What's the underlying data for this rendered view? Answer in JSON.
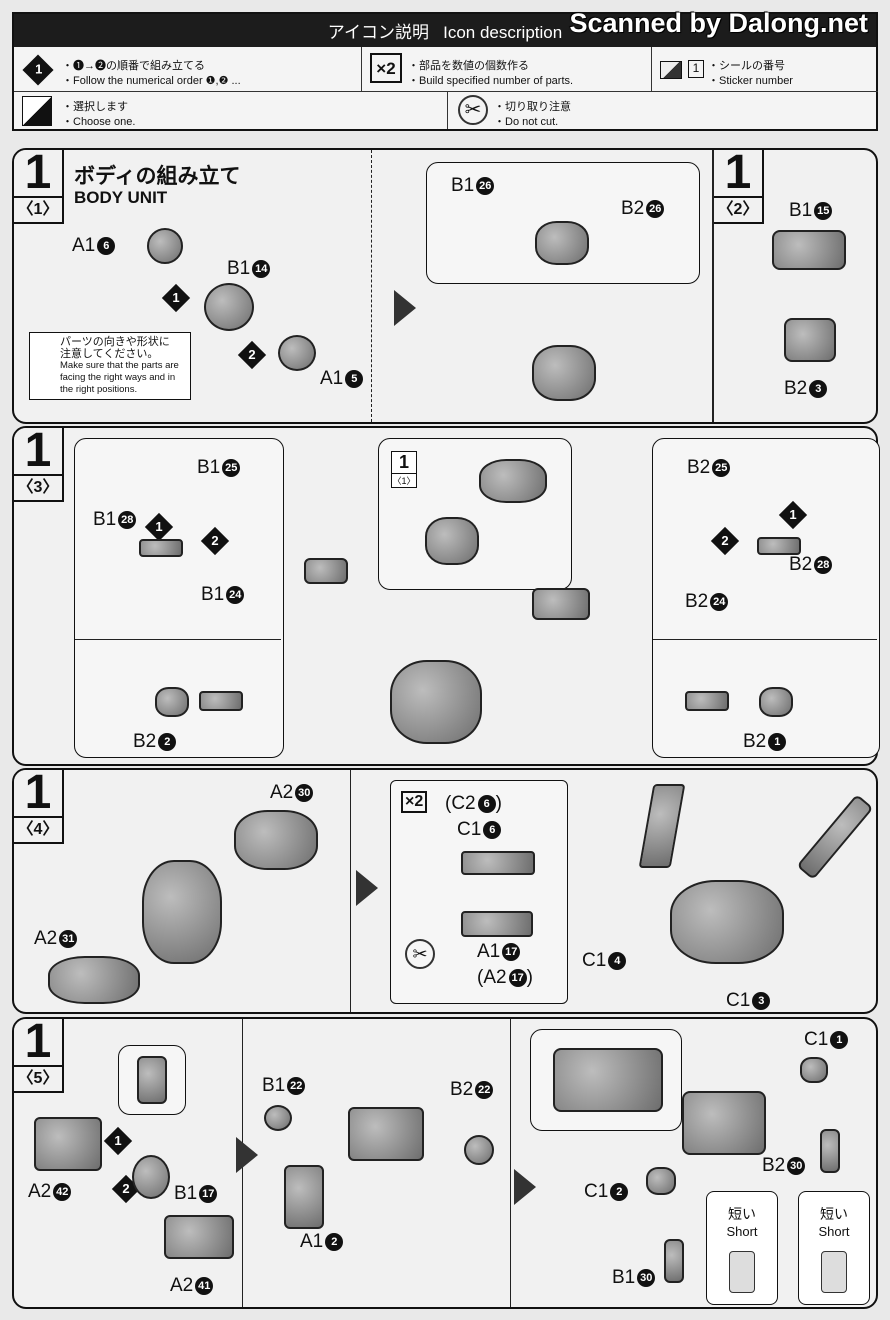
{
  "watermark": "Scanned by Dalong.net",
  "header": {
    "title_jp": "アイコン説明",
    "title_en": "Icon description",
    "icons": [
      {
        "icon": "order-diamond-icon",
        "glyph": "1",
        "jp": "・❶→❷の順番で組み立てる",
        "en": "・Follow the numerical order ❶,❷ ..."
      },
      {
        "icon": "multiply-icon",
        "glyph": "×2",
        "jp": "・部品を数値の個数作る",
        "en": "・Build specified number of parts."
      },
      {
        "icon": "sticker-icon",
        "glyph": "1",
        "jp": "・シールの番号",
        "en": "・Sticker number"
      },
      {
        "icon": "choose-icon",
        "glyph": "",
        "jp": "・選択します",
        "en": "・Choose one."
      },
      {
        "icon": "do-not-cut-icon",
        "glyph": "",
        "jp": "・切り取り注意",
        "en": "・Do not cut."
      }
    ]
  },
  "steps": [
    {
      "num": "1",
      "sub": "〈1〉",
      "title_jp": "ボディの組み立て",
      "title_en": "BODY UNIT",
      "note": {
        "jp1": "パーツの向きや形状に",
        "jp2": "注意してください。",
        "en": "Make sure that the parts are facing the right ways and in the right positions."
      },
      "labels": [
        {
          "p": "A1",
          "n": "6"
        },
        {
          "p": "B1",
          "n": "14"
        },
        {
          "p": "A1",
          "n": "5"
        },
        {
          "p": "B1",
          "n": "26"
        },
        {
          "p": "B2",
          "n": "26"
        }
      ],
      "order": [
        "1",
        "2"
      ]
    },
    {
      "num": "1",
      "sub": "〈2〉",
      "labels": [
        {
          "p": "B1",
          "n": "15"
        },
        {
          "p": "B2",
          "n": "3"
        }
      ]
    },
    {
      "num": "1",
      "sub": "〈3〉",
      "ref": {
        "num": "1",
        "sub": "〈1〉"
      },
      "labels": [
        {
          "p": "B1",
          "n": "25"
        },
        {
          "p": "B1",
          "n": "28"
        },
        {
          "p": "B1",
          "n": "24"
        },
        {
          "p": "B2",
          "n": "2"
        },
        {
          "p": "B2",
          "n": "25"
        },
        {
          "p": "B2",
          "n": "28"
        },
        {
          "p": "B2",
          "n": "24"
        },
        {
          "p": "B2",
          "n": "1"
        }
      ],
      "order": [
        "1",
        "2",
        "1",
        "2"
      ]
    },
    {
      "num": "1",
      "sub": "〈4〉",
      "multiplier": "×2",
      "labels": [
        {
          "p": "A2",
          "n": "30"
        },
        {
          "p": "A2",
          "n": "31"
        },
        {
          "p": "C1",
          "n": "6"
        },
        {
          "p": "A1",
          "n": "17"
        },
        {
          "p": "C1",
          "n": "4"
        },
        {
          "p": "C1",
          "n": "3"
        }
      ],
      "alt_labels": [
        "(C2",
        "6",
        ")",
        "(A2",
        "17",
        ")"
      ]
    },
    {
      "num": "1",
      "sub": "〈5〉",
      "labels": [
        {
          "p": "A2",
          "n": "42"
        },
        {
          "p": "B1",
          "n": "17"
        },
        {
          "p": "A2",
          "n": "41"
        },
        {
          "p": "B1",
          "n": "22"
        },
        {
          "p": "B2",
          "n": "22"
        },
        {
          "p": "A1",
          "n": "2"
        },
        {
          "p": "C1",
          "n": "1"
        },
        {
          "p": "B2",
          "n": "30"
        },
        {
          "p": "C1",
          "n": "2"
        },
        {
          "p": "B1",
          "n": "30"
        }
      ],
      "order": [
        "1",
        "2"
      ],
      "short": [
        {
          "jp": "短い",
          "en": "Short"
        },
        {
          "jp": "短い",
          "en": "Short"
        }
      ]
    }
  ]
}
